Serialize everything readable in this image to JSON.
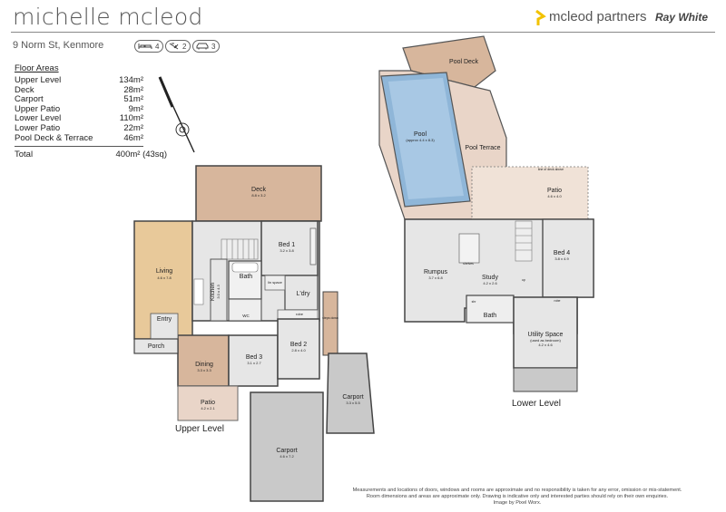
{
  "header": {
    "agent_name": "michelle mcleod",
    "address": "9 Norm St, Kenmore",
    "bedrooms": "4",
    "bathrooms": "2",
    "car_spaces": "3",
    "brand": "mcleod partners",
    "brand2": "Ray White",
    "icons": [
      "bed-icon",
      "bath-icon",
      "car-icon",
      "brand-flag-icon",
      "compass-icon"
    ]
  },
  "floor_areas": {
    "title": "Floor Areas",
    "rows": [
      {
        "label": "Upper Level",
        "value": "134m²"
      },
      {
        "label": "Deck",
        "value": "28m²"
      },
      {
        "label": "Carport",
        "value": "51m²"
      },
      {
        "label": "Upper Patio",
        "value": "9m²"
      },
      {
        "label": "Lower Level",
        "value": "110m²"
      },
      {
        "label": "Lower Patio",
        "value": "22m²"
      },
      {
        "label": "Pool Deck & Terrace",
        "value": "46m²"
      }
    ],
    "total_label": "Total",
    "total_value": "400m² (43sq)"
  },
  "upper": {
    "level_label": "Upper Level",
    "deck": "Deck",
    "deck_dim": "8.8 x 3.2",
    "living": "Living",
    "living_dim": "4.6 x 7.8",
    "kitchen": "Kitchen",
    "kitchen_dim": "3.0 x 4.3",
    "bath": "Bath",
    "bed1": "Bed 1",
    "bed1_dim": "3.2 x 3.8",
    "ldry": "L'dry",
    "linen": "lin space",
    "wc": "WC",
    "robe": "robe",
    "linen2": "linen",
    "entry": "Entry",
    "porch": "Porch",
    "dining": "Dining",
    "dining_dim": "3.3 x 3.3",
    "bed3": "Bed 3",
    "bed3_dim": "3.1 x 2.7",
    "bed2": "Bed 2",
    "bed2_dim": "2.8 x 4.0",
    "patio": "Patio",
    "patio_dim": "4.2 x 2.1",
    "carport1": "Carport",
    "carport1_dim": "4.6 x 7.2",
    "carport2": "Carport",
    "carport2_dim": "3.3 x 5.5",
    "steps": "steps down",
    "down": "down"
  },
  "lower": {
    "level_label": "Lower Level",
    "pool_deck": "Pool Deck",
    "pool": "Pool",
    "pool_dim": "(approx 4.4 x 8.3)",
    "pool_terrace": "Pool Terrace",
    "patio": "Patio",
    "patio_dim": "4.6 x 4.0",
    "line_note": "line of deck above",
    "rumpus": "Rumpus",
    "rumpus_dim": "3.7 x 6.8",
    "study": "Study",
    "study_dim": "4.2 x 2.6",
    "shelves": "shelves",
    "bed4": "Bed 4",
    "bed4_dim": "3.8 x 4.9",
    "bath": "Bath",
    "shr": "shr",
    "utility": "Utility Space",
    "utility_note": "(used as bedroom)",
    "utility_dim": "4.2 x 4.6",
    "robe": "robe",
    "up": "up",
    "seat": "seat"
  },
  "disclaimer": {
    "line1": "Measurements and locations of doors, windows and rooms are approximate and no responsibility is taken for any error, omission or mis-statement.",
    "line2": "Room dimensions and areas are approximate only. Drawing is indicative only and interested parties should rely on their own enquiries.",
    "line3": "Image by Pixel Worx."
  },
  "colors": {
    "wood": "#d7b69c",
    "living_wood": "#e8c99a",
    "floor_grey": "#e6e6e6",
    "carport_grey": "#c9c9c9",
    "pool_blue": "#8fb6d8",
    "terrace": "#e9d5c8",
    "brand_yellow": "#f2c200"
  }
}
